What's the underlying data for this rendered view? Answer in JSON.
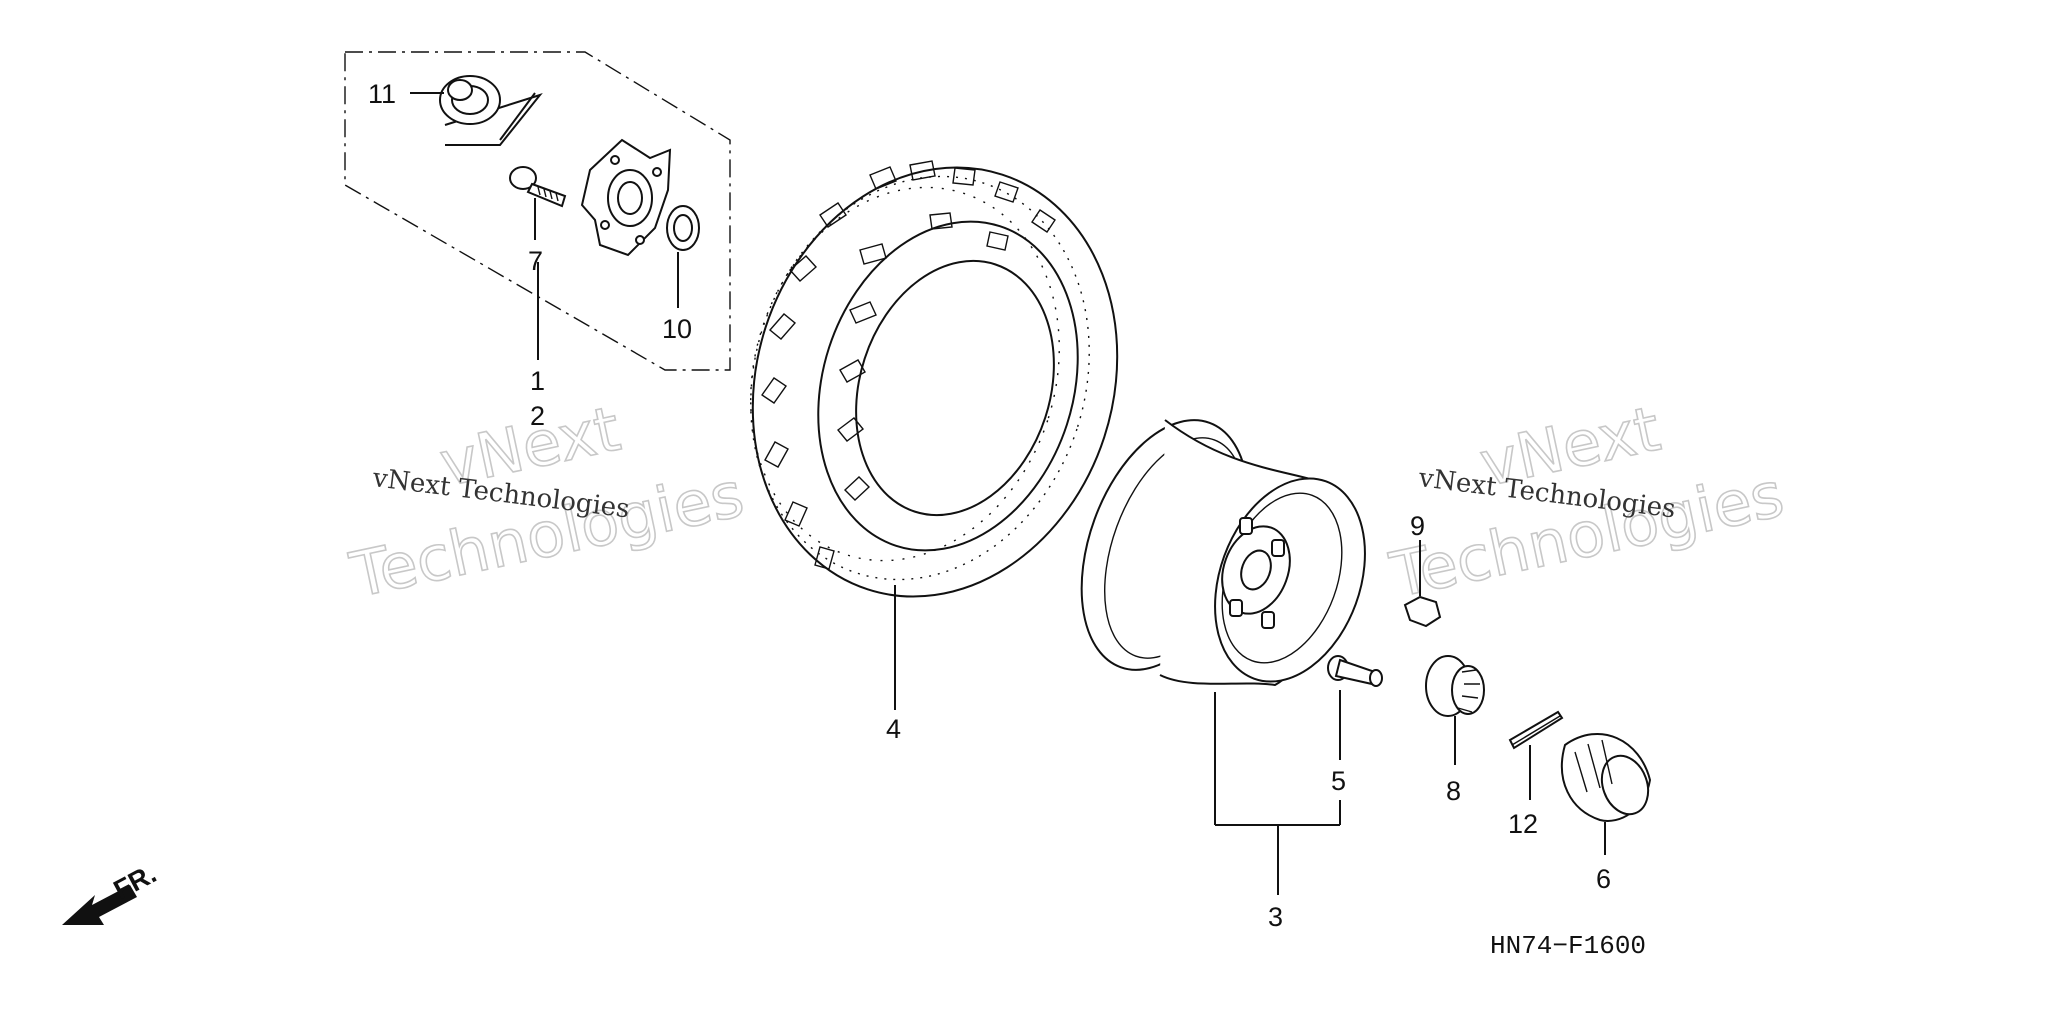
{
  "parts": [
    {
      "id": "1",
      "label": "1"
    },
    {
      "id": "2",
      "label": "2"
    },
    {
      "id": "3",
      "label": "3"
    },
    {
      "id": "4",
      "label": "4"
    },
    {
      "id": "5",
      "label": "5"
    },
    {
      "id": "6",
      "label": "6"
    },
    {
      "id": "7",
      "label": "7"
    },
    {
      "id": "8",
      "label": "8"
    },
    {
      "id": "9",
      "label": "9"
    },
    {
      "id": "10",
      "label": "10"
    },
    {
      "id": "11",
      "label": "11"
    },
    {
      "id": "12",
      "label": "12"
    }
  ],
  "watermark": {
    "brand": "vNext",
    "brand2": "Technologies",
    "caption": "vNext Technologies"
  },
  "direction_label": "FR.",
  "diagram_code": "HN74−F1600"
}
